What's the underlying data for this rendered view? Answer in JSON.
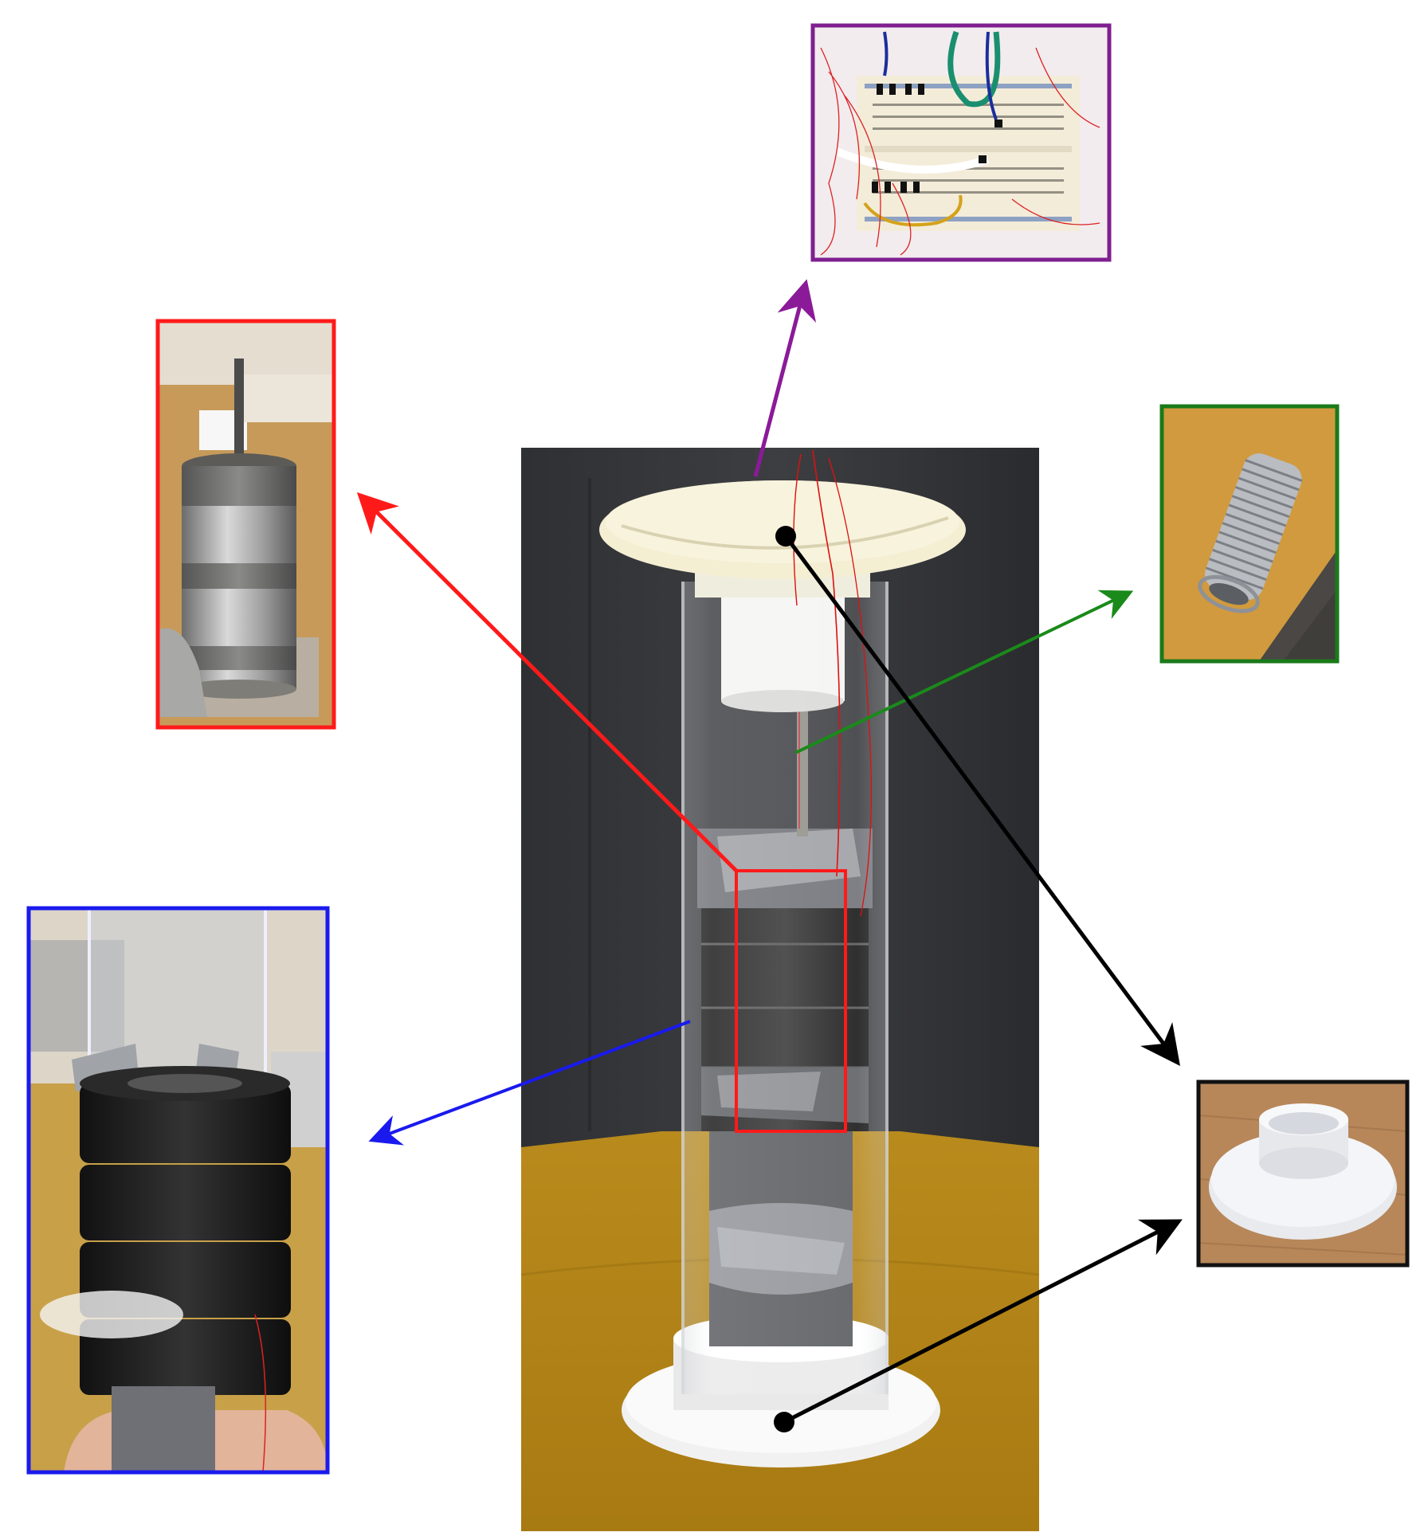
{
  "figure": {
    "callouts": [
      {
        "id": "breadboard",
        "icon": "breadboard-photo",
        "border_color": "#7f1f8f",
        "arrow_color": "#8b1a99"
      },
      {
        "id": "magnet-stack",
        "icon": "magnet-stack-photo",
        "border_color": "#ff1a1a",
        "arrow_color": "#ff1a1a"
      },
      {
        "id": "spring",
        "icon": "spring-photo",
        "border_color": "#1a7a1a",
        "arrow_color": "#1a8a1a"
      },
      {
        "id": "coil-assembly",
        "icon": "coil-assembly-photo",
        "border_color": "#1a1aee",
        "arrow_color": "#1a1aee"
      },
      {
        "id": "end-cap",
        "icon": "end-cap-photo",
        "border_color": "#111111",
        "arrow_color": "#000000"
      }
    ],
    "highlight_color": "#ff1a1a"
  }
}
